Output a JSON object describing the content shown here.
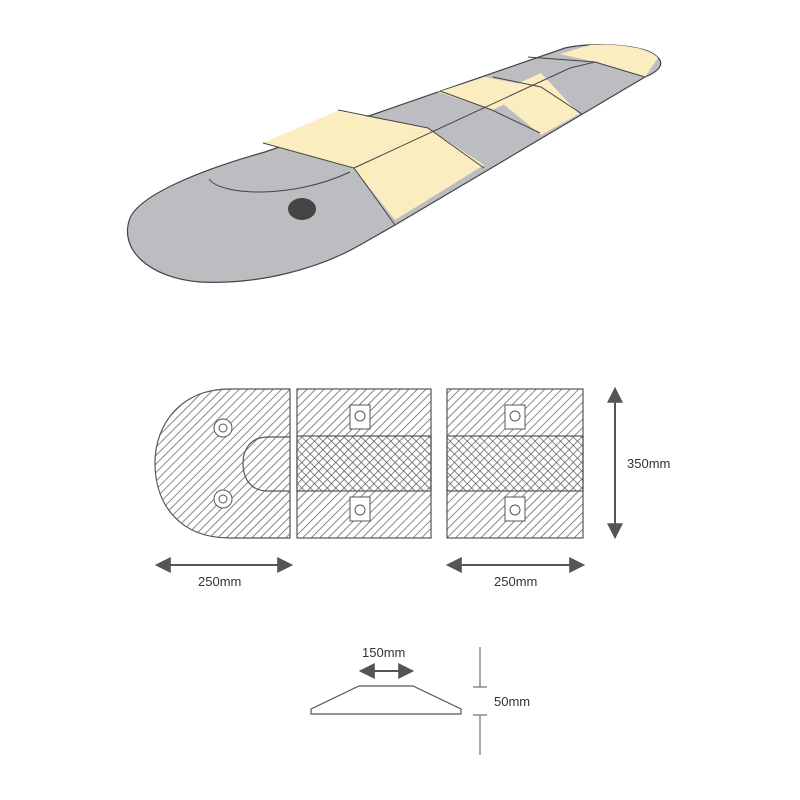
{
  "diagram": {
    "subject": "Modular speed bump (end cap + mid sections)",
    "colors": {
      "grey": "#bcbdc0",
      "yellow": "#fbedc0",
      "outline": "#444444",
      "hole": "#444444",
      "hatch": "#555555"
    },
    "perspective_view": {
      "segments": [
        "grey-end-cap",
        "yellow",
        "grey",
        "yellow",
        "grey",
        "yellow"
      ]
    },
    "plan_view": {
      "end_cap_width": "250mm",
      "section_width": "250mm",
      "section_depth": "350mm"
    },
    "profile_view": {
      "top_width": "150mm",
      "height": "50mm"
    }
  }
}
